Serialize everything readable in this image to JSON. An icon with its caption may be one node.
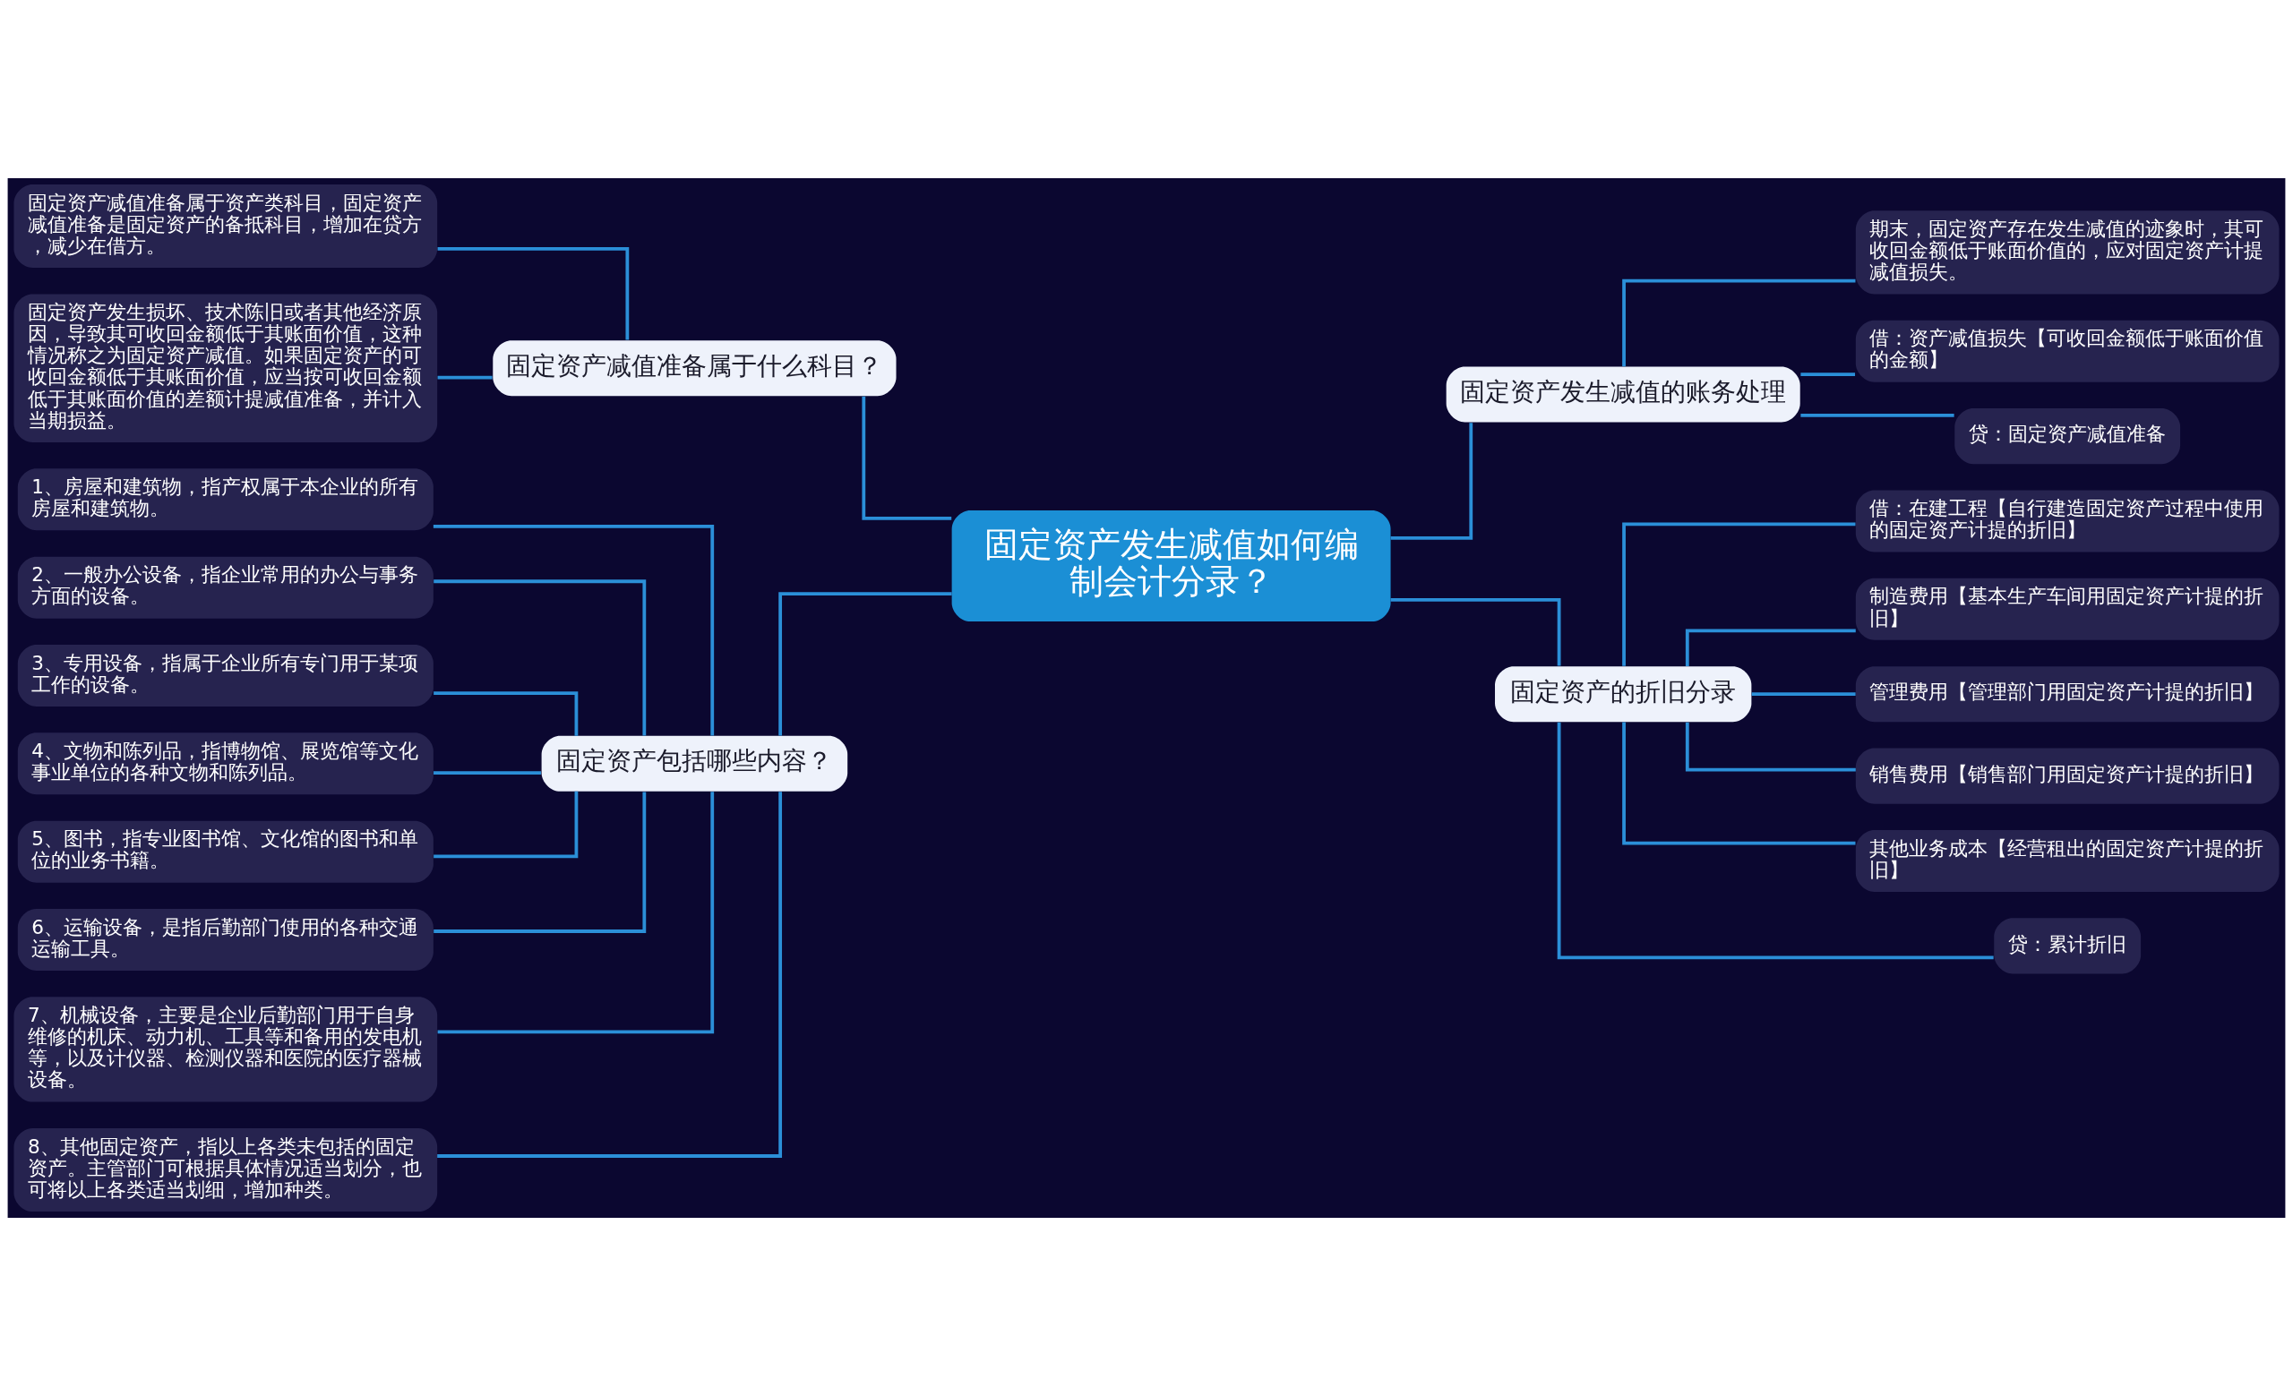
{
  "diagram": {
    "nodes": [
      {
        "text": [
          "固定资产发生减值如何编制会计分录？"
        ]
      },
      {
        "text": [
          "固定资产减值准备属于什么科目？"
        ]
      },
      {
        "text": [
          "固定资产减值准备属于资产类科目，固定资产减值准备是固定资产的备抵科目，增加在贷方，减少在借方。"
        ]
      },
      {
        "text": [
          "固定资产发生损坏、技术陈旧或者其他经济原因，导致其可收回金额低于其账面价值，这种情况称之为固定资产减值。如果固定资产的可收回金额低于其账面价值，应当按可收回金额低于其账面价值的差额计提减值准备，并计入当期损益。"
        ]
      },
      {
        "text": [
          "固定资产包括哪些内容？"
        ]
      },
      {
        "text": [
          "1、房屋和建筑物，指产权属于本企业的所有房屋和建筑物。"
        ]
      },
      {
        "text": [
          "2、一般办公设备，指企业常用的办公与事务方面的设备。"
        ]
      },
      {
        "text": [
          "3、专用设备，指属于企业所有专门用于某项工作的设备。"
        ]
      },
      {
        "text": [
          "4、文物和陈列品，指博物馆、展览馆等文化事业单位的各种文物和陈列品。"
        ]
      },
      {
        "text": [
          "5、图书，指专业图书馆、文化馆的图书和单位的业务书籍。"
        ]
      },
      {
        "text": [
          "6、运输设备，是指后勤部门使用的各种交通运输工具。"
        ]
      },
      {
        "text": [
          "7、机械设备，主要是企业后勤部门用于自身维修的机床、动力机、工具等和备用的发电机等，以及计仪器、检测仪器和医院的医疗器械设备。"
        ]
      },
      {
        "text": [
          "8、其他固定资产，指以上各类未包括的固定资产。主管部门可根据具体情况适当划分，也可将以上各类适当划细，增加种类。"
        ]
      },
      {
        "text": [
          "固定资产发生减值的账务处理"
        ]
      },
      {
        "text": [
          "期末，固定资产存在发生减值的迹象时，其可收回金额低于账面价值的，应对固定资产计提减值损失。"
        ]
      },
      {
        "text": [
          "借：资产减值损失【可收回金额低于账面价值的金额】"
        ]
      },
      {
        "text": [
          "贷：固定资产减值准备"
        ]
      },
      {
        "text": [
          "固定资产的折旧分录"
        ]
      },
      {
        "text": [
          "借：在建工程【自行建造固定资产过程中使用的固定资产计提的折旧】"
        ]
      },
      {
        "text": [
          "制造费用【基本生产车间用固定资产计提的折旧】"
        ]
      },
      {
        "text": [
          "管理费用【管理部门用固定资产计提的折旧】"
        ]
      },
      {
        "text": [
          "销售费用【销售部门用固定资产计提的折旧】"
        ]
      },
      {
        "text": [
          "其他业务成本【经营租出的固定资产计提的折旧】"
        ]
      },
      {
        "text": [
          "贷：累计折旧"
        ]
      }
    ],
    "edges": [
      {
        "from": 0,
        "to": 1,
        "arrow": "none"
      },
      {
        "from": 1,
        "to": 2,
        "arrow": "none"
      },
      {
        "from": 1,
        "to": 3,
        "arrow": "none"
      },
      {
        "from": 0,
        "to": 4,
        "arrow": "none"
      },
      {
        "from": 4,
        "to": 5,
        "arrow": "none"
      },
      {
        "from": 4,
        "to": 6,
        "arrow": "none"
      },
      {
        "from": 4,
        "to": 7,
        "arrow": "none"
      },
      {
        "from": 4,
        "to": 8,
        "arrow": "none"
      },
      {
        "from": 4,
        "to": 9,
        "arrow": "none"
      },
      {
        "from": 4,
        "to": 10,
        "arrow": "none"
      },
      {
        "from": 4,
        "to": 11,
        "arrow": "none"
      },
      {
        "from": 4,
        "to": 12,
        "arrow": "none"
      },
      {
        "from": 0,
        "to": 13,
        "arrow": "none"
      },
      {
        "from": 13,
        "to": 14,
        "arrow": "none"
      },
      {
        "from": 13,
        "to": 15,
        "arrow": "none"
      },
      {
        "from": 13,
        "to": 16,
        "arrow": "none"
      },
      {
        "from": 0,
        "to": 17,
        "arrow": "none"
      },
      {
        "from": 17,
        "to": 18,
        "arrow": "none"
      },
      {
        "from": 17,
        "to": 19,
        "arrow": "none"
      },
      {
        "from": 17,
        "to": 20,
        "arrow": "none"
      },
      {
        "from": 17,
        "to": 21,
        "arrow": "none"
      },
      {
        "from": 17,
        "to": 22,
        "arrow": "none"
      },
      {
        "from": 17,
        "to": 23,
        "arrow": "none"
      }
    ]
  }
}
